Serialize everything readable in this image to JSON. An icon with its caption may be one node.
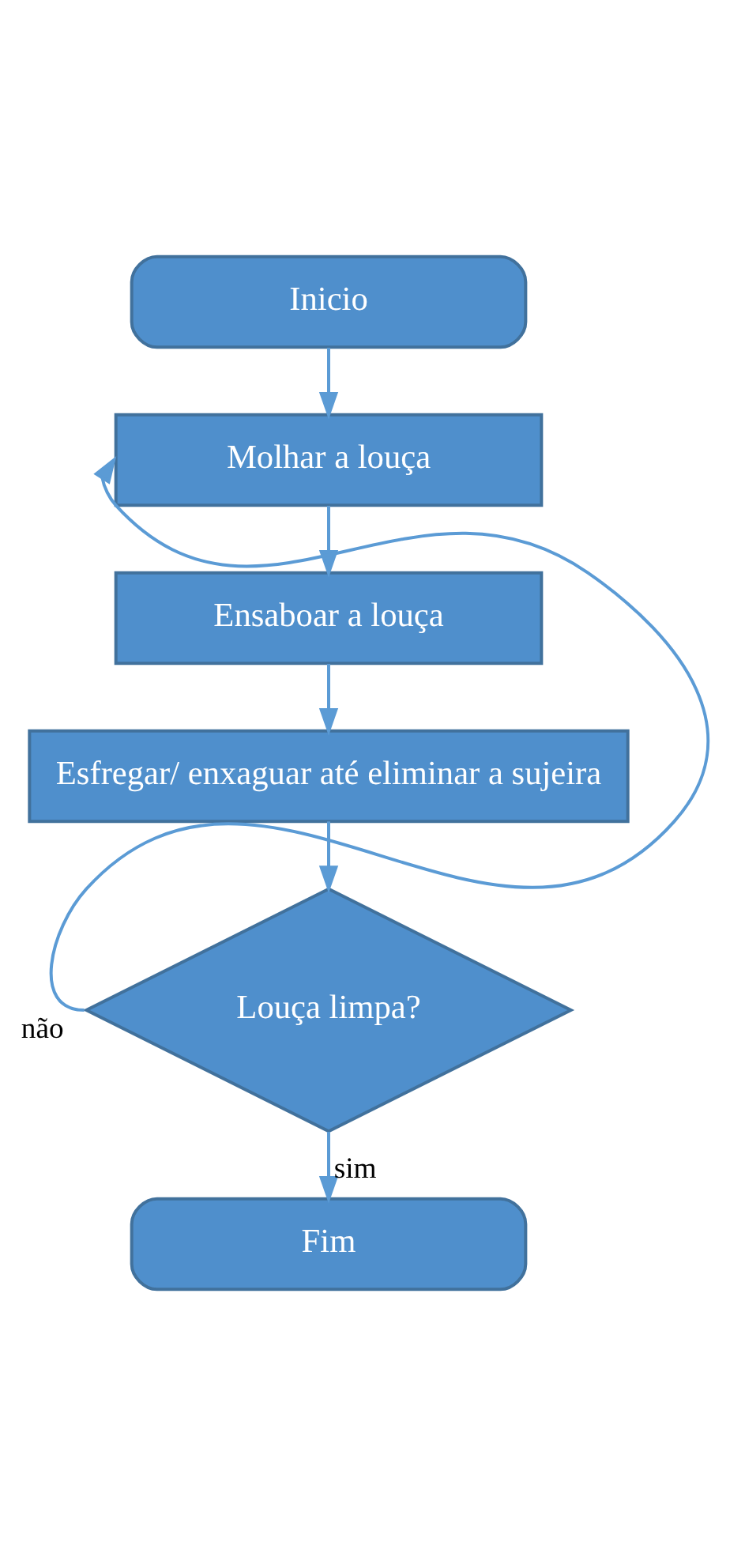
{
  "diagram": {
    "nodes": [
      {
        "text": [
          "Inicio"
        ]
      },
      {
        "text": [
          "Molhar a louça"
        ]
      },
      {
        "text": [
          "Ensaboar a louça"
        ]
      },
      {
        "text": [
          "Esfregar/ enxaguar até eliminar a sujeira"
        ]
      },
      {
        "text": [
          "Louça limpa?"
        ]
      },
      {
        "text": [
          "Fim"
        ]
      }
    ],
    "edges": [
      {
        "from": 0,
        "to": 1,
        "arrow": "to"
      },
      {
        "from": 1,
        "to": 2,
        "arrow": "to"
      },
      {
        "from": 2,
        "to": 3,
        "arrow": "to"
      },
      {
        "from": 3,
        "to": 4,
        "arrow": "to"
      },
      {
        "from": 4,
        "to": 1,
        "arrow": "to",
        "label": "não"
      },
      {
        "from": 4,
        "to": 5,
        "arrow": "to",
        "label": "sim"
      }
    ]
  }
}
